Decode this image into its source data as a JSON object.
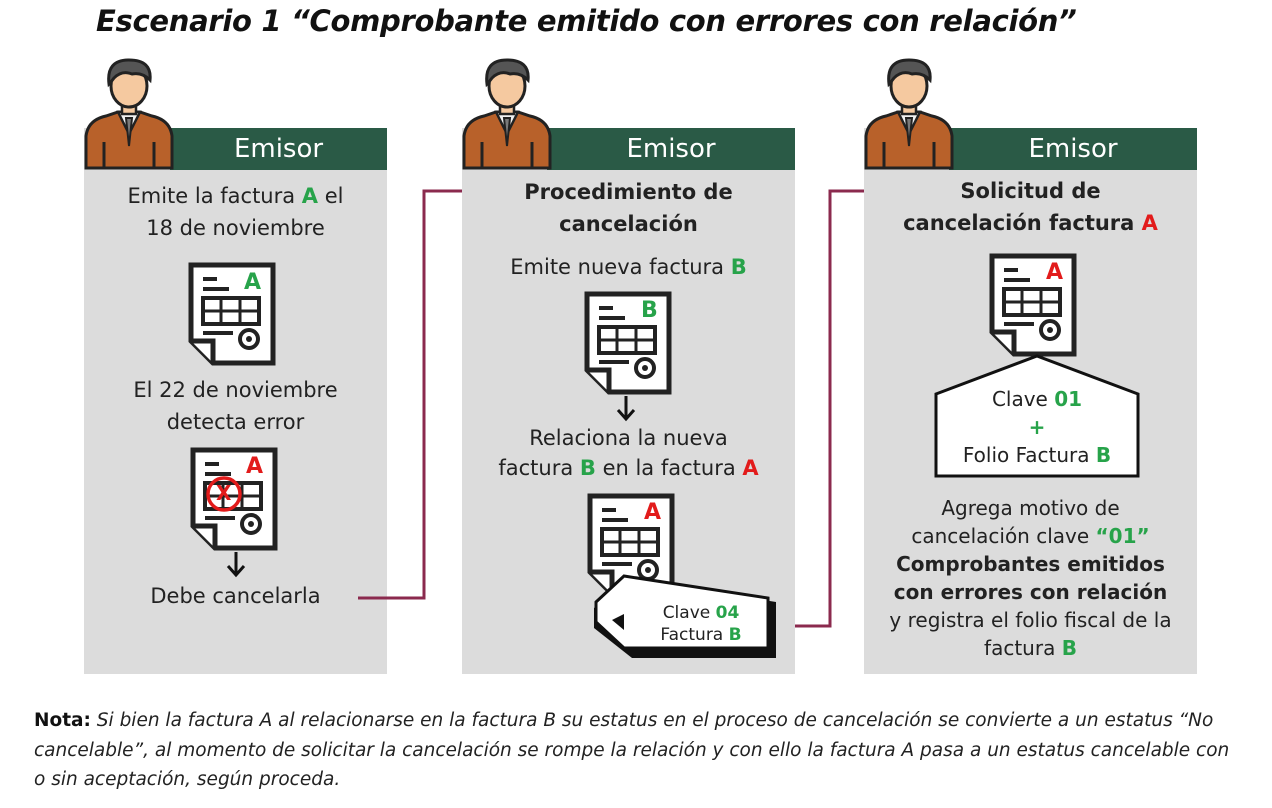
{
  "title": "Escenario 1 “Comprobante emitido con errores con relación”",
  "colors": {
    "header": "#2a5a46",
    "panel": "#dcdcdc",
    "green": "#27a34a",
    "red": "#e21b1b",
    "arrow": "#8b2a4e"
  },
  "panel1": {
    "header": "Emisor",
    "line1_a": "Emite la factura ",
    "line1_letter": "A",
    "line1_b": " el",
    "line2": "18 de noviembre",
    "doc1_letter": "A",
    "detect_line1": "El 22 de noviembre",
    "detect_line2": "detecta error",
    "doc2_letter": "A",
    "doc2_mark": "X",
    "cancel_text": "Debe cancelarla"
  },
  "panel2": {
    "header": "Emisor",
    "heading_line1": "Procedimiento de",
    "heading_line2": "cancelación",
    "emit_a": "Emite nueva factura ",
    "emit_letter": "B",
    "doc1_letter": "B",
    "rel_line1": "Relaciona la nueva",
    "rel_line2_a": "factura ",
    "rel_line2_b_letter": "B",
    "rel_line2_mid": " en la factura ",
    "rel_line2_a_letter": "A",
    "doc2_letter": "A",
    "tag_clave": "Clave ",
    "tag_clave_value": "04",
    "tag_factura": "Factura ",
    "tag_factura_letter": "B"
  },
  "panel3": {
    "header": "Emisor",
    "heading_line1": "Solicitud de",
    "heading_line2_a": "cancelación factura ",
    "heading_line2_letter": "A",
    "doc_letter": "A",
    "box_clave": "Clave ",
    "box_clave_value": "01",
    "box_plus": "+",
    "box_folio": "Folio Factura ",
    "box_folio_letter": "B",
    "motivo_line1": "Agrega motivo de",
    "motivo_line2_a": "cancelación clave ",
    "motivo_line2_code": "“01”",
    "motivo_bold1": "Comprobantes emitidos",
    "motivo_bold2": "con errores con relación",
    "motivo_line5": "y registra el folio fiscal de la",
    "motivo_line6_a": "factura ",
    "motivo_line6_letter": "B"
  },
  "note": {
    "label": "Nota:",
    "text": " Si bien la factura A al relacionarse en la factura B su estatus en el proceso de cancelación se convierte a un estatus “No cancelable”, al momento de solicitar la cancelación se rompe la relación y con ello la factura A pasa a un estatus cancelable con o sin aceptación, según proceda."
  }
}
